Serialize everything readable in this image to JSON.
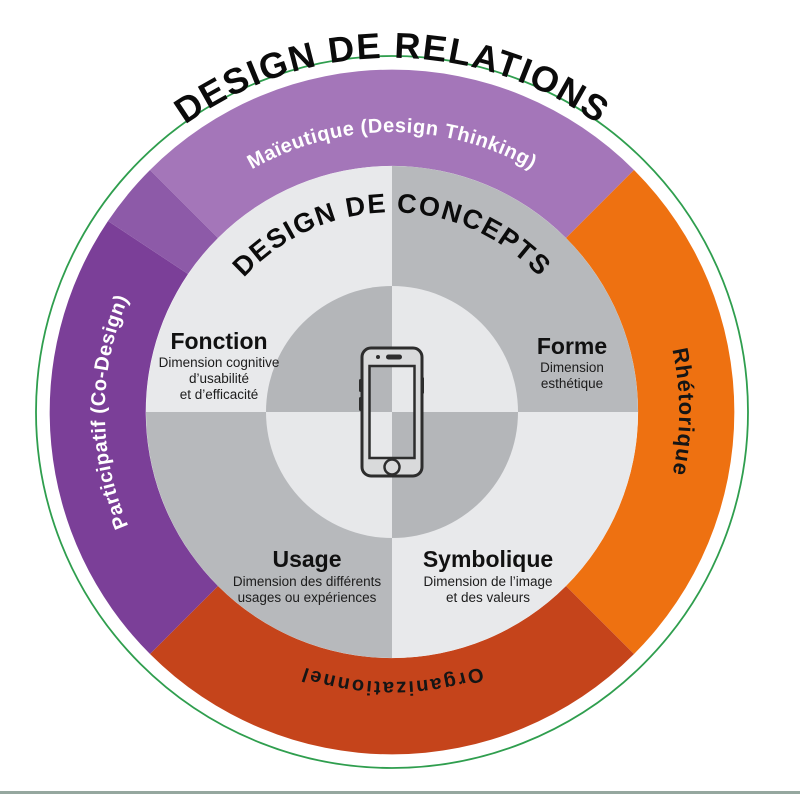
{
  "titles": {
    "outer": "DESIGN DE RELATIONS",
    "inner": "DESIGN DE CONCEPTS"
  },
  "ring_segments": {
    "top": {
      "label": "Maïeutique (Design Thinking)",
      "color": "#a476b9",
      "text_color": "#ffffff"
    },
    "right": {
      "label": "Rhétorique",
      "color": "#ee7111",
      "text_color": "#151515"
    },
    "bottom": {
      "label": "Organizationnel",
      "color": "#c5441b",
      "text_color": "#151515"
    },
    "left": {
      "label": "Participatif (Co-Design)",
      "color": "#7b3f98",
      "text_color": "#ffffff"
    },
    "left_top_wedge_color": "#8d5aa8"
  },
  "quadrants": {
    "fonction": {
      "title": "Fonction",
      "line1": "Dimension cognitive",
      "line2": "d’usabilité",
      "line3": "et d’efficacité"
    },
    "forme": {
      "title": "Forme",
      "line1": "Dimension",
      "line2": "esthétique"
    },
    "usage": {
      "title": "Usage",
      "line1": "Dimension des différents",
      "line2": "usages ou expériences"
    },
    "symbolique": {
      "title": "Symbolique",
      "line1": "Dimension de l’image",
      "line2": "et des valeurs"
    }
  },
  "colors": {
    "quad_light": "#e8e9eb",
    "quad_gray": "#b7b9bc",
    "disc_gray": "#b4b6b9",
    "disc_light": "#e7e8ea",
    "outline_green": "#2f9e4e",
    "title_text": "#0b0b0b",
    "phone_outline": "#2d2d2d",
    "phone_body": "#d9dadb",
    "bottom_rule": "#95a79f"
  },
  "center_icon": "smartphone-icon"
}
